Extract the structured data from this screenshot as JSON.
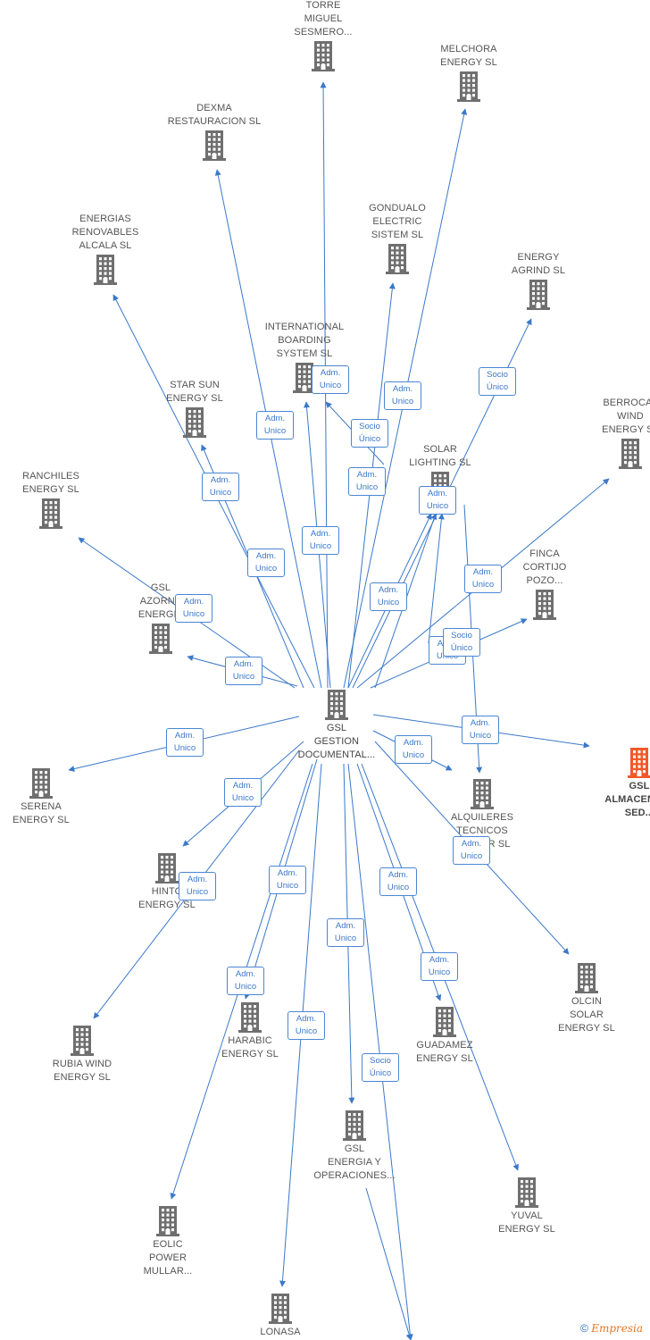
{
  "nodes": [
    {
      "id": "center",
      "label": "GSL\nGESTION\nDOCUMENTAL...",
      "center": true
    },
    {
      "id": "torre",
      "label": "TORRE\nMIGUEL\nSESMERO..."
    },
    {
      "id": "melchora",
      "label": "MELCHORA\nENERGY  SL"
    },
    {
      "id": "dexma",
      "label": "DEXMA\nRESTAURACION SL"
    },
    {
      "id": "gondualo",
      "label": "GONDUALO\nELECTRIC\nSISTEM  SL"
    },
    {
      "id": "energias",
      "label": "ENERGIAS\nRENOVABLES\nALCALA  SL"
    },
    {
      "id": "agrind",
      "label": "ENERGY\nAGRIND  SL"
    },
    {
      "id": "international",
      "label": "INTERNATIONAL\nBOARDING\nSYSTEM  SL"
    },
    {
      "id": "starsun",
      "label": "STAR SUN\nENERGY  SL"
    },
    {
      "id": "berroca",
      "label": "BERROCAL\nWIND\nENERGY  SL"
    },
    {
      "id": "solar",
      "label": "SOLAR\nLIGHTING SL"
    },
    {
      "id": "ranchiles",
      "label": "RANCHILES\nENERGY  SL"
    },
    {
      "id": "finca",
      "label": "FINCA\nCORTIJO\nPOZO..."
    },
    {
      "id": "azorne",
      "label": "GSL\nAZORNE\nENERGIA"
    },
    {
      "id": "almacenaje",
      "label": "GSL\nALMACENAJE\nSED...",
      "highlight": true
    },
    {
      "id": "serena",
      "label": "SERENA\nENERGY  SL"
    },
    {
      "id": "alquileres",
      "label": "ALQUILERES\nTECNICOS\nCAPTOR SL"
    },
    {
      "id": "hinto",
      "label": "HINTO\nENERGY  SL"
    },
    {
      "id": "olcin",
      "label": "OLCIN\nSOLAR\nENERGY  SL"
    },
    {
      "id": "rubia",
      "label": "RUBIA WIND\nENERGY  SL"
    },
    {
      "id": "harabic",
      "label": "HARABIC\nENERGY  SL"
    },
    {
      "id": "guadamez",
      "label": "GUADAMEZ\nENERGY  SL"
    },
    {
      "id": "gslenergia",
      "label": "GSL\nENERGIA Y\nOPERACIONES..."
    },
    {
      "id": "yuval",
      "label": "YUVAL\nENERGY  SL"
    },
    {
      "id": "eolic",
      "label": "EOLIC\nPOWER\nMULLAR..."
    },
    {
      "id": "lonasa",
      "label": "LONASA"
    }
  ],
  "edge_labels": [
    {
      "line1": "Adm.",
      "line2": "Unico"
    },
    {
      "line1": "Adm.",
      "line2": "Unico"
    },
    {
      "line1": "Adm.",
      "line2": "Unico"
    },
    {
      "line1": "Adm.",
      "line2": "Unico"
    },
    {
      "line1": "Socio",
      "line2": "Único"
    },
    {
      "line1": "Adm.",
      "line2": "Unico"
    },
    {
      "line1": "Socio",
      "line2": "Único"
    },
    {
      "line1": "Adm.",
      "line2": "Unico"
    },
    {
      "line1": "Adm.",
      "line2": "Unico"
    },
    {
      "line1": "Adm.",
      "line2": "Unico"
    },
    {
      "line1": "Adm.",
      "line2": "Unico"
    },
    {
      "line1": "Adm.",
      "line2": "Unico"
    },
    {
      "line1": "Adm.",
      "line2": "Unico"
    },
    {
      "line1": "Adm.",
      "line2": "Unico"
    },
    {
      "line1": "Adm.",
      "line2": "Unico"
    },
    {
      "line1": "Socio",
      "line2": "Único"
    },
    {
      "line1": "Adm.",
      "line2": "Unico"
    },
    {
      "line1": "Adm.",
      "line2": "Unico"
    },
    {
      "line1": "Adm.",
      "line2": "Unico"
    },
    {
      "line1": "Adm.",
      "line2": "Unico"
    },
    {
      "line1": "Adm.",
      "line2": "Unico"
    },
    {
      "line1": "Adm.",
      "line2": "Unico"
    },
    {
      "line1": "Adm.",
      "line2": "Unico"
    },
    {
      "line1": "Adm.",
      "line2": "Unico"
    },
    {
      "line1": "Adm.",
      "line2": "Unico"
    },
    {
      "line1": "Adm.",
      "line2": "Unico"
    },
    {
      "line1": "Adm.",
      "line2": "Unico"
    },
    {
      "line1": "Adm.",
      "line2": "Unico"
    },
    {
      "line1": "Adm.",
      "line2": "Unico"
    },
    {
      "line1": "Socio",
      "line2": "Único"
    }
  ],
  "colors": {
    "edge": "#3b78c9",
    "icon": "#6f6f6f",
    "icon_highlight": "#f05a28"
  },
  "brand": {
    "symbol": "©",
    "name": "Empresia"
  }
}
